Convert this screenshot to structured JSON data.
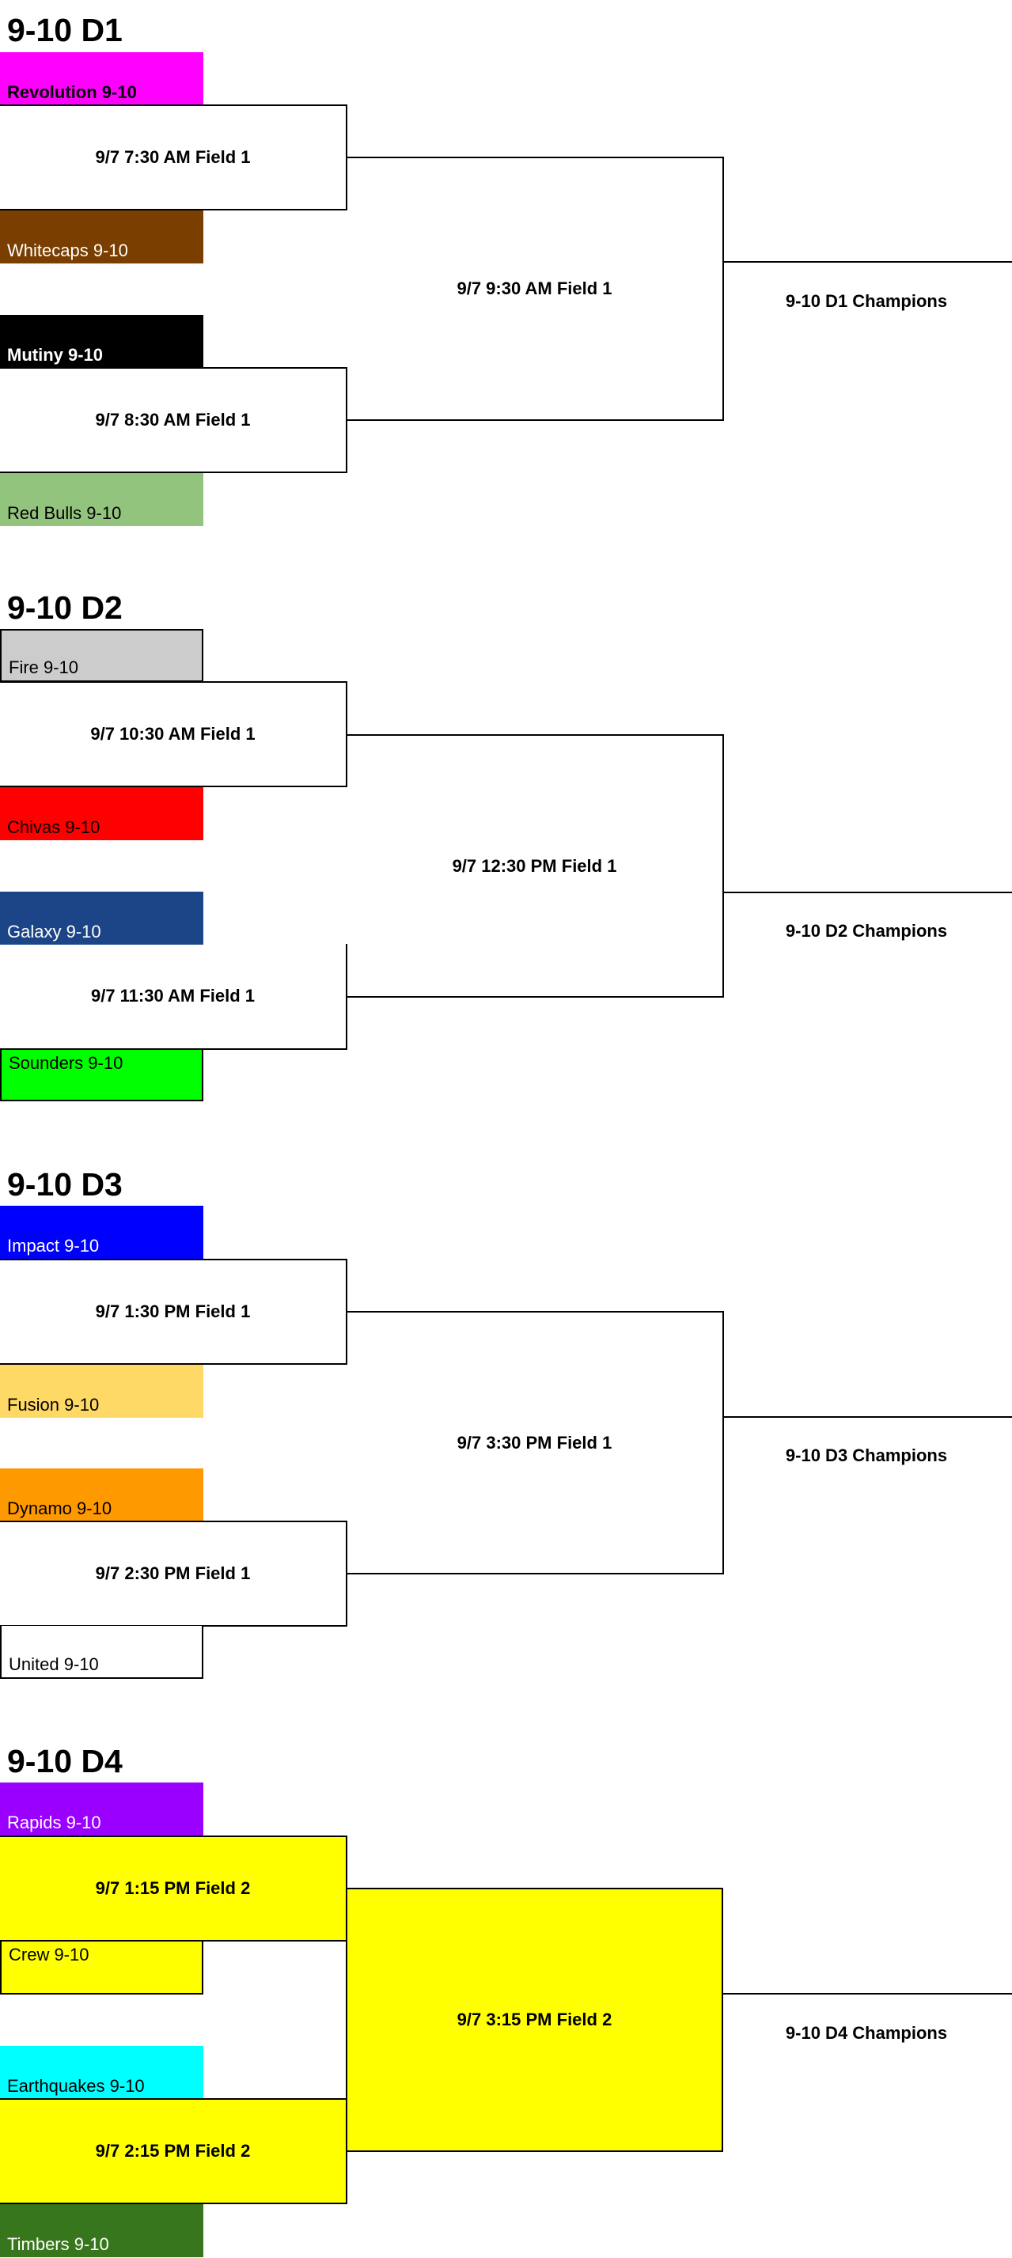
{
  "colors": {
    "revolution": "#ff00ff",
    "whitecaps": "#7a3e00",
    "mutiny": "#000000",
    "red_bulls": "#93c47d",
    "fire": "#cccccc",
    "chivas": "#ff0000",
    "galaxy": "#1c4587",
    "sounders": "#00ff00",
    "impact": "#0000ff",
    "fusion": "#ffd966",
    "dynamo": "#ff9900",
    "united": "#ffffff",
    "rapids": "#9900ff",
    "crew": "#ffff00",
    "earthquakes": "#00ffff",
    "timbers": "#38761d",
    "d4_games": "#ffff00"
  },
  "brackets": [
    {
      "title": "9-10 D1",
      "teams": [
        "Revolution 9-10",
        "Whitecaps 9-10",
        "Mutiny 9-10",
        "Red Bulls 9-10"
      ],
      "games": [
        "9/7 7:30 AM Field 1",
        "9/7 8:30 AM Field 1"
      ],
      "final": "9/7 9:30 AM Field 1",
      "champion": "9-10 D1 Champions"
    },
    {
      "title": "9-10 D2",
      "teams": [
        "Fire 9-10",
        "Chivas 9-10",
        "Galaxy 9-10",
        "Sounders 9-10"
      ],
      "games": [
        "9/7 10:30 AM Field 1",
        "9/7 11:30 AM Field 1"
      ],
      "final": "9/7 12:30 PM Field 1",
      "champion": "9-10 D2 Champions"
    },
    {
      "title": "9-10 D3",
      "teams": [
        "Impact 9-10",
        "Fusion 9-10",
        "Dynamo 9-10",
        "United 9-10"
      ],
      "games": [
        "9/7 1:30 PM Field 1",
        "9/7 2:30 PM Field 1"
      ],
      "final": "9/7 3:30 PM Field 1",
      "champion": "9-10 D3 Champions"
    },
    {
      "title": "9-10 D4",
      "teams": [
        "Rapids 9-10",
        "Crew 9-10",
        "Earthquakes 9-10",
        "Timbers 9-10"
      ],
      "games": [
        "9/7 1:15 PM Field 2",
        "9/7 2:15 PM Field 2"
      ],
      "final": "9/7 3:15 PM Field 2",
      "champion": "9-10 D4 Champions"
    }
  ]
}
